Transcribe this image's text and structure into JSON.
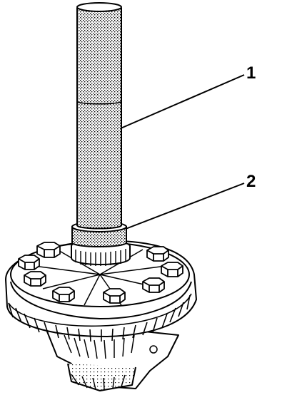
{
  "figure": {
    "callouts": [
      {
        "number": "1",
        "target": "installer-tool-shaft"
      },
      {
        "number": "2",
        "target": "bearing-cone"
      }
    ],
    "line_color": "#000000",
    "fill_color": "#ffffff"
  }
}
